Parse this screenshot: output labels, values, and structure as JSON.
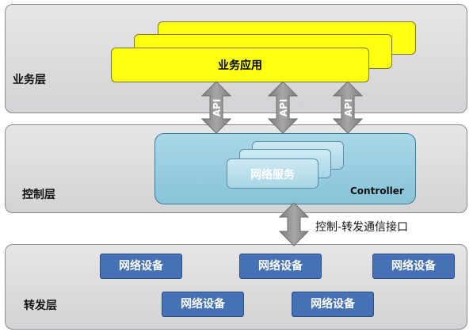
{
  "layers": {
    "business": "业务层",
    "control": "控制层",
    "forwarding": "转发层"
  },
  "business_app": "业务应用",
  "api_label": "API",
  "network_service": "网络服务",
  "controller": "Controller",
  "interface_label": "控制-转发通信接口",
  "devices": [
    "网络设备",
    "网络设备",
    "网络设备",
    "网络设备",
    "网络设备"
  ],
  "colors": {
    "app_yellow": "#ffff12",
    "controller_blue": "#9ccfe2",
    "device_blue": "#4472b4",
    "arrow_gray": "#8c8c8c"
  }
}
